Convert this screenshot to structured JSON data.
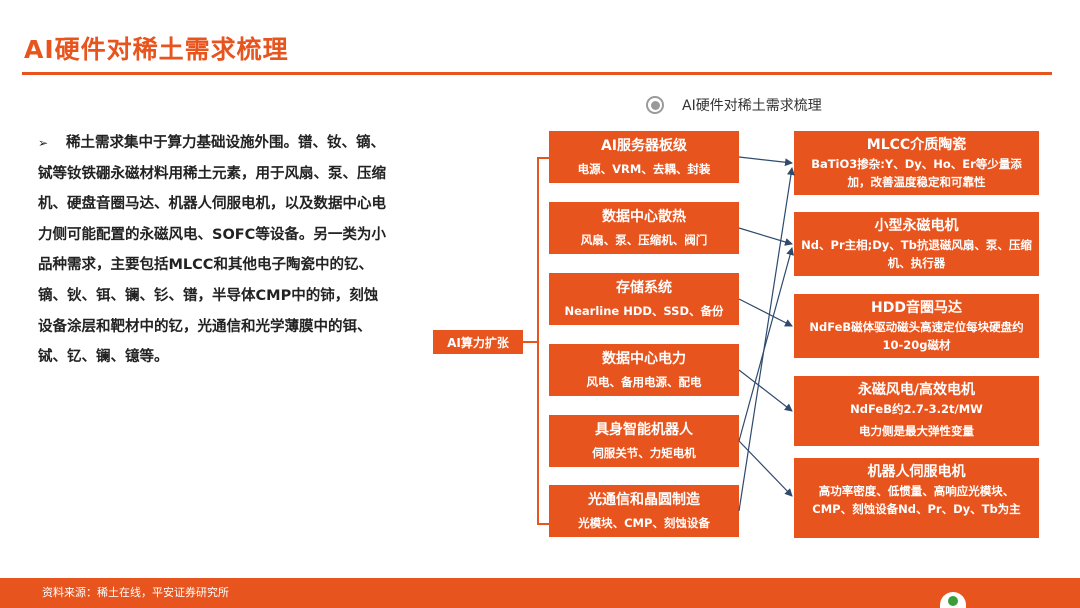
{
  "title": "AI硬件对稀土需求梳理",
  "legend": {
    "icon": "radio-target-icon",
    "label": "AI硬件对稀土需求梳理"
  },
  "left_text": {
    "bullet": "➢",
    "body": "稀土需求集中于算力基础设施外围。镨、钕、镝、铽等钕铁硼永磁材料用稀土元素，用于风扇、泵、压缩机、硬盘音圈马达、机器人伺服电机，以及数据中心电力侧可能配置的永磁风电、SOFC等设备。另一类为小品种需求，主要包括MLCC和其他电子陶瓷中的钇、镝、钬、铒、镧、钐、镨，半导体CMP中的铈，刻蚀设备涂层和靶材中的钇，光通信和光学薄膜中的铒、铽、钇、镧、镱等。"
  },
  "root": {
    "label": "AI算力扩张"
  },
  "middle": [
    {
      "title": "AI服务器板级",
      "sub": "电源、VRM、去耦、封装"
    },
    {
      "title": "数据中心散热",
      "sub": "风扇、泵、压缩机、阀门"
    },
    {
      "title": "存储系统",
      "sub": "Nearline HDD、SSD、备份"
    },
    {
      "title": "数据中心电力",
      "sub": "风电、备用电源、配电"
    },
    {
      "title": "具身智能机器人",
      "sub": "伺服关节、力矩电机"
    },
    {
      "title": "光通信和晶圆制造",
      "sub": "光模块、CMP、刻蚀设备"
    }
  ],
  "right": [
    {
      "title": "MLCC介质陶瓷",
      "sub": "BaTiO3掺杂:Y、Dy、Ho、Er等少量添加，改善温度稳定和可靠性"
    },
    {
      "title": "小型永磁电机",
      "sub": "Nd、Pr主相;Dy、Tb抗退磁风扇、泵、压缩机、执行器"
    },
    {
      "title": "HDD音圈马达",
      "sub": "NdFeB磁体驱动磁头高速定位每块硬盘约10-20g磁材"
    },
    {
      "title": "永磁风电/高效电机",
      "sub": "NdFeB约2.7-3.2t/MW",
      "sub2": "电力侧是最大弹性变量"
    },
    {
      "title": "机器人伺服电机",
      "sub": "高功率密度、低惯量、高响应光模块、CMP、刻蚀设备Nd、Pr、Dy、Tb为主"
    }
  ],
  "footer": {
    "source": "资料来源：稀土在线，平安证券研究所"
  },
  "colors": {
    "accent": "#e8541e",
    "arrow": "#2f4a6d"
  }
}
